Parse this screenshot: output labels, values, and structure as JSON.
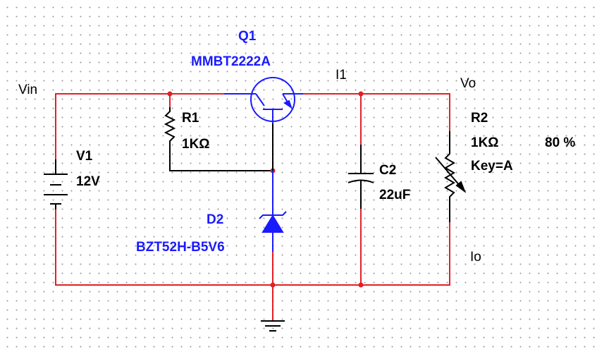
{
  "colors": {
    "wire": "#e21f26",
    "component": "#000000",
    "active": "#1a1aff",
    "node": "#e21f26"
  },
  "nets": {
    "vin": "Vin",
    "i1": "I1",
    "vo": "Vo",
    "io": "Io"
  },
  "components": {
    "v1": {
      "ref": "V1",
      "value": "12V"
    },
    "r1": {
      "ref": "R1",
      "value": "1KΩ"
    },
    "q1": {
      "ref": "Q1",
      "value": "MMBT2222A"
    },
    "d2": {
      "ref": "D2",
      "value": "BZT52H-B5V6"
    },
    "c2": {
      "ref": "C2",
      "value": "22uF"
    },
    "r2": {
      "ref": "R2",
      "value": "1KΩ",
      "key": "Key=A",
      "setting": "80 %"
    }
  },
  "icons": [
    "battery-icon",
    "resistor-icon",
    "npn-transistor-icon",
    "zener-diode-icon",
    "capacitor-icon",
    "potentiometer-icon",
    "ground-icon"
  ]
}
